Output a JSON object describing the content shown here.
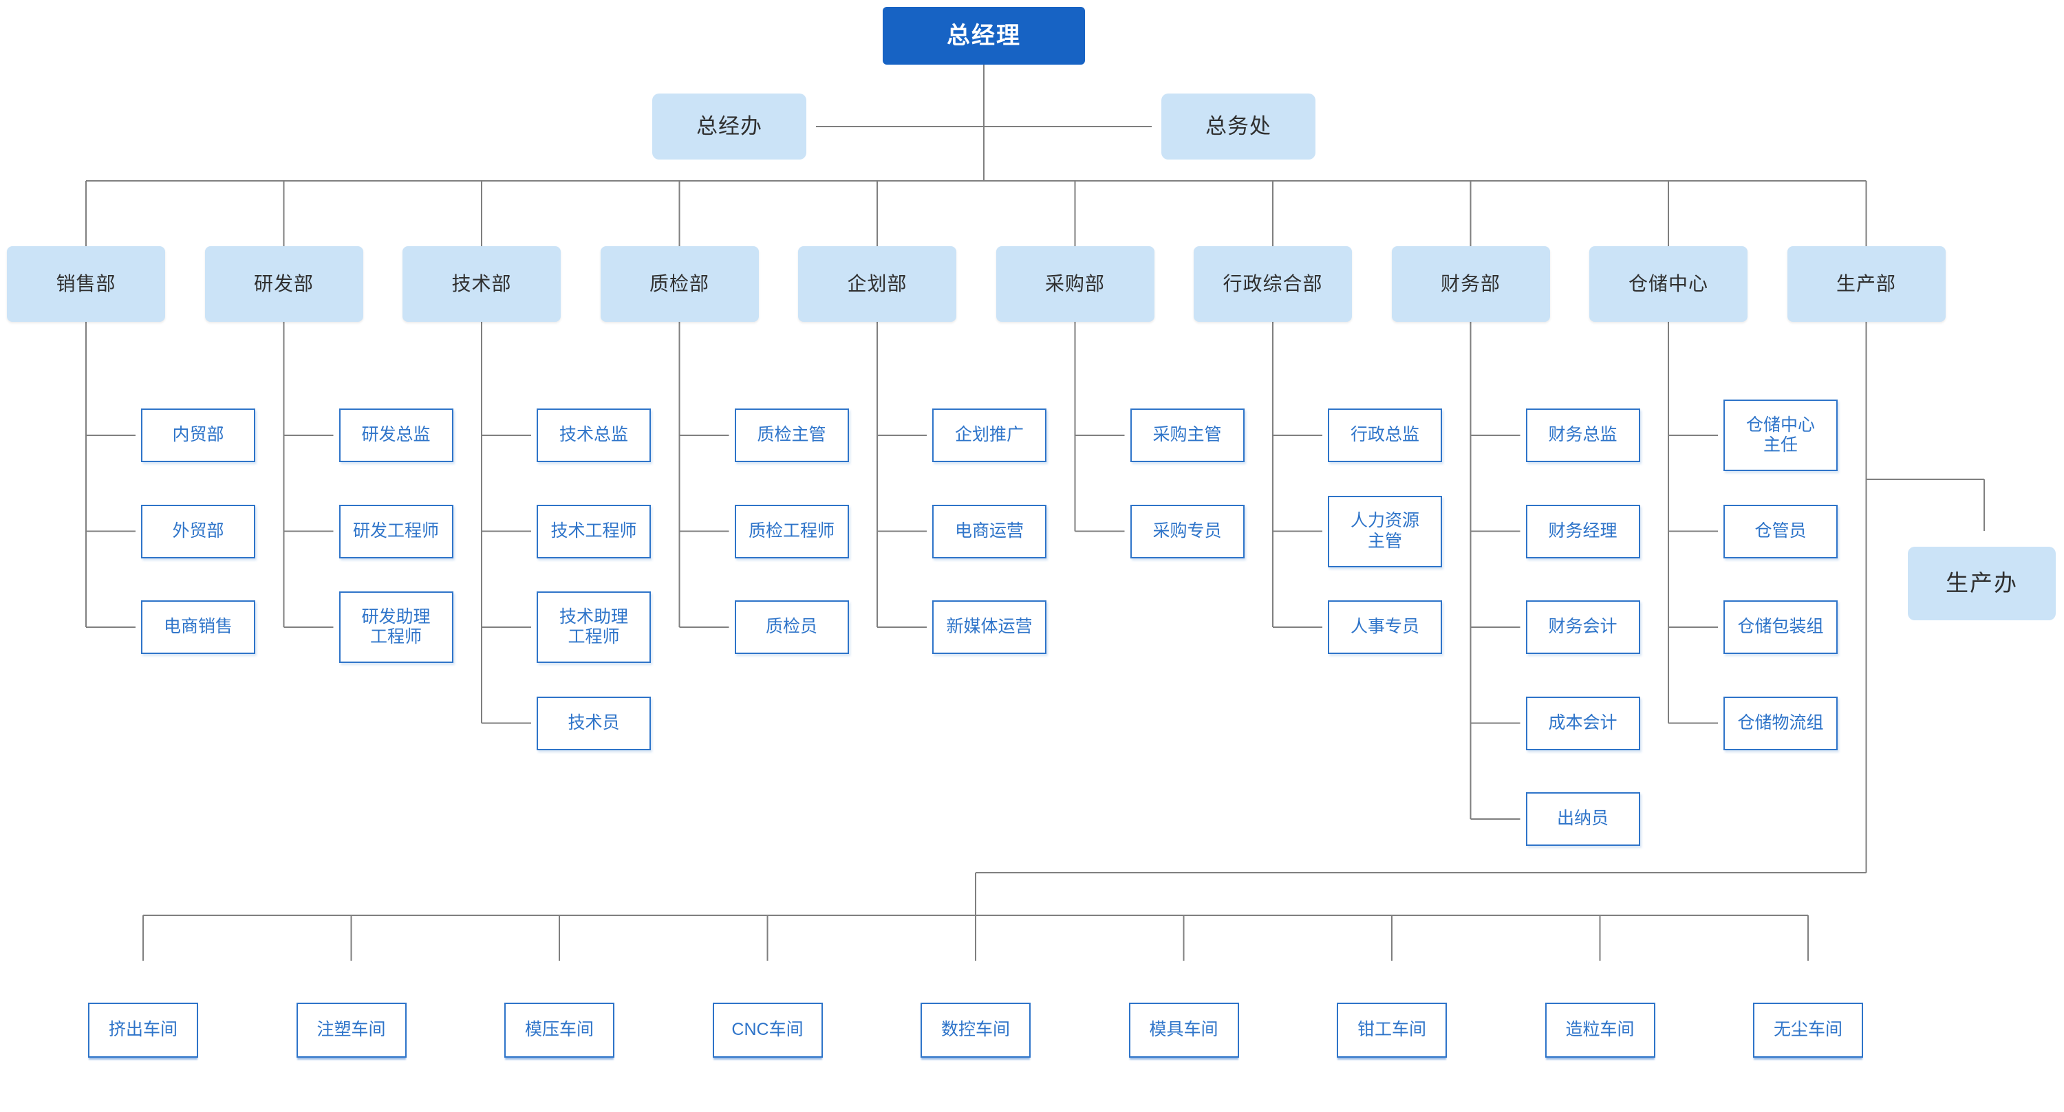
{
  "palette": {
    "root_bg": "#1763c4",
    "root_text": "#ffffff",
    "light_bg": "#cbe3f7",
    "dark_text": "#2f2f2f",
    "node_border": "#2e74c9",
    "node_text": "#2e74c9",
    "line": "#7f7f7f"
  },
  "root": {
    "label": "总经理"
  },
  "staff_offices": [
    {
      "label": "总经办"
    },
    {
      "label": "总务处"
    }
  ],
  "departments": [
    {
      "label": "销售部",
      "children": [
        "内贸部",
        "外贸部",
        "电商销售"
      ]
    },
    {
      "label": "研发部",
      "children": [
        "研发总监",
        "研发工程师",
        "研发助理\n工程师"
      ]
    },
    {
      "label": "技术部",
      "children": [
        "技术总监",
        "技术工程师",
        "技术助理\n工程师",
        "技术员"
      ]
    },
    {
      "label": "质检部",
      "children": [
        "质检主管",
        "质检工程师",
        "质检员"
      ]
    },
    {
      "label": "企划部",
      "children": [
        "企划推广",
        "电商运营",
        "新媒体运营"
      ]
    },
    {
      "label": "采购部",
      "children": [
        "采购主管",
        "采购专员"
      ]
    },
    {
      "label": "行政综合部",
      "children": [
        "行政总监",
        "人力资源\n主管",
        "人事专员"
      ]
    },
    {
      "label": "财务部",
      "children": [
        "财务总监",
        "财务经理",
        "财务会计",
        "成本会计",
        "出纳员"
      ]
    },
    {
      "label": "仓储中心",
      "children": [
        "仓储中心\n主任",
        "仓管员",
        "仓储包装组",
        "仓储物流组"
      ]
    },
    {
      "label": "生产部",
      "children": []
    }
  ],
  "production_office": {
    "label": "生产办"
  },
  "workshops": [
    "挤出车间",
    "注塑车间",
    "模压车间",
    "CNC车间",
    "数控车间",
    "模具车间",
    "钳工车间",
    "造粒车间",
    "无尘车间"
  ]
}
